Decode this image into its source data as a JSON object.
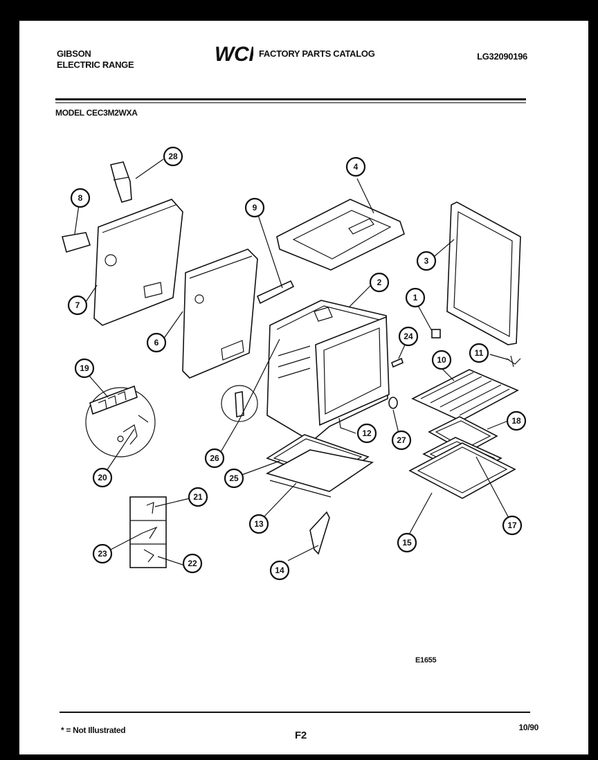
{
  "header": {
    "brand_line1": "GIBSON",
    "brand_line2": "ELECTRIC RANGE",
    "logo_text": "WCI",
    "catalog_title": "FACTORY PARTS CATALOG",
    "catalog_number": "LG32090196",
    "model_line": "MODEL CEC3M2WXA"
  },
  "diagram": {
    "drawing_code": "E1655",
    "callouts": [
      "1",
      "2",
      "3",
      "4",
      "6",
      "7",
      "8",
      "9",
      "10",
      "11",
      "12",
      "13",
      "14",
      "15",
      "17",
      "18",
      "19",
      "20",
      "21",
      "22",
      "23",
      "24",
      "25",
      "26",
      "27",
      "28"
    ]
  },
  "footer": {
    "legend": "* = Not Illustrated",
    "page_id": "F2",
    "date": "10/90"
  },
  "colors": {
    "ink": "#111111",
    "paper": "#ffffff",
    "border": "#000000"
  }
}
